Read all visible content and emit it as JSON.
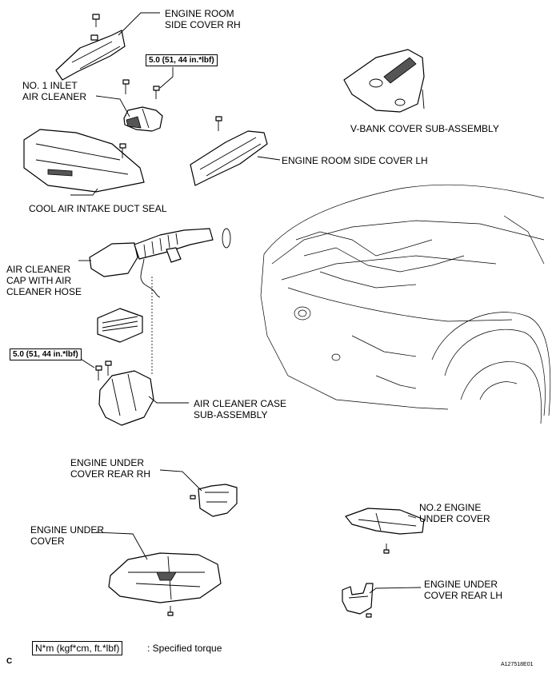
{
  "labels": {
    "engine_room_side_cover_rh": "ENGINE ROOM\nSIDE COVER RH",
    "no1_inlet_air_cleaner": "NO. 1 INLET\nAIR CLEANER",
    "v_bank_cover": "V-BANK COVER SUB-ASSEMBLY",
    "engine_room_side_cover_lh": "ENGINE ROOM SIDE COVER LH",
    "cool_air_intake_duct_seal": "COOL AIR INTAKE DUCT SEAL",
    "air_cleaner_cap": "AIR CLEANER\nCAP WITH AIR\nCLEANER HOSE",
    "air_cleaner_case": "AIR CLEANER CASE\nSUB-ASSEMBLY",
    "engine_under_cover_rear_rh": "ENGINE UNDER\nCOVER REAR RH",
    "no2_engine_under_cover": "NO.2 ENGINE\nUNDER COVER",
    "engine_under_cover": "ENGINE UNDER\nCOVER",
    "engine_under_cover_rear_lh": "ENGINE UNDER\nCOVER REAR LH"
  },
  "torque": {
    "inlet": "5.0 (51, 44 in.*lbf)",
    "case": "5.0 (51, 44 in.*lbf)"
  },
  "legend": {
    "unit": "N*m (kgf*cm, ft.*lbf)",
    "desc": ": Specified torque"
  },
  "footer": {
    "corner": "C",
    "figure_id": "A127518E01"
  }
}
